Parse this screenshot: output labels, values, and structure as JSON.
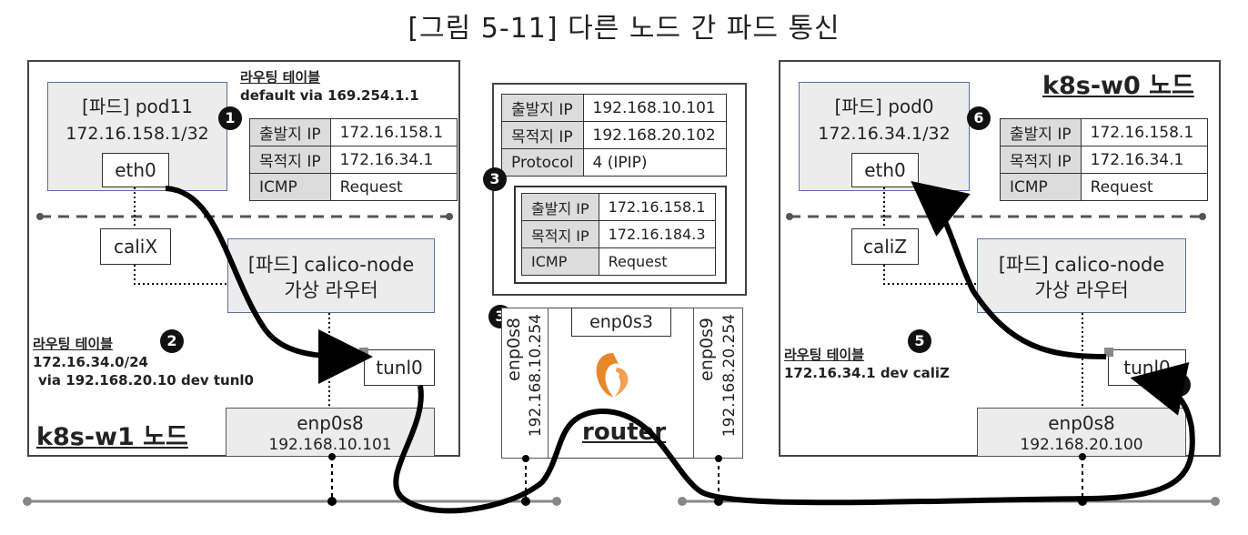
{
  "title": "[그림 5-11] 다른 노드 간 파드 통신",
  "left_node": {
    "name": "k8s-w1 노드",
    "pod_title": "[파드] pod11",
    "pod_ip": "172.16.158.1/32",
    "eth": "eth0",
    "cali": "caliX",
    "calico_line1": "[파드] calico-node",
    "calico_line2": "가상  라우터",
    "tunl": "tunl0",
    "nic_name": "enp0s8",
    "nic_ip": "192.168.10.101",
    "rt1_heading": "라우팅 테이블",
    "rt1_line": "default via 169.254.1.1",
    "rt2_heading": "라우팅 테이블",
    "rt2_line1": "172.16.34.0/24",
    "rt2_line2": "via 192.168.20.10 dev tunl0",
    "packet": [
      {
        "k": "출발지 IP",
        "v": "172.16.158.1"
      },
      {
        "k": "목적지 IP",
        "v": "172.16.34.1"
      },
      {
        "k": "ICMP",
        "v": "Request"
      }
    ]
  },
  "router": {
    "name": "router",
    "top_nic": "enp0s3",
    "left_nic": "enp0s8",
    "left_ip": "192.168.10.254",
    "right_nic": "enp0s9",
    "right_ip": "192.168.20.254",
    "outer": [
      {
        "k": "출발지 IP",
        "v": "192.168.10.101"
      },
      {
        "k": "목적지 IP",
        "v": "192.168.20.102"
      },
      {
        "k": "Protocol",
        "v": "4 (IPIP)"
      }
    ],
    "inner": [
      {
        "k": "출발지 IP",
        "v": "172.16.158.1"
      },
      {
        "k": "목적지 IP",
        "v": "172.16.184.3"
      },
      {
        "k": "ICMP",
        "v": "Request"
      }
    ]
  },
  "right_node": {
    "name": "k8s-w0 노드",
    "pod_title": "[파드] pod0",
    "pod_ip": "172.16.34.1/32",
    "eth": "eth0",
    "cali": "caliZ",
    "calico_line1": "[파드] calico-node",
    "calico_line2": "가상  라우터",
    "tunl": "tunl0",
    "nic_name": "enp0s8",
    "nic_ip": "192.168.20.100",
    "rt_heading": "라우팅 테이블",
    "rt_line": "172.16.34.1 dev caliZ",
    "packet": [
      {
        "k": "출발지 IP",
        "v": "172.16.158.1"
      },
      {
        "k": "목적지 IP",
        "v": "172.16.34.1"
      },
      {
        "k": "ICMP",
        "v": "Request"
      }
    ]
  },
  "steps": [
    "1",
    "2",
    "3",
    "3",
    "4",
    "5",
    "6"
  ],
  "colors": {
    "pod_fill": "#ececec",
    "pod_border": "#5b6ea8",
    "header_cell": "#dcdcdc",
    "badge": "#111111",
    "router_logo": "#e8862a"
  }
}
